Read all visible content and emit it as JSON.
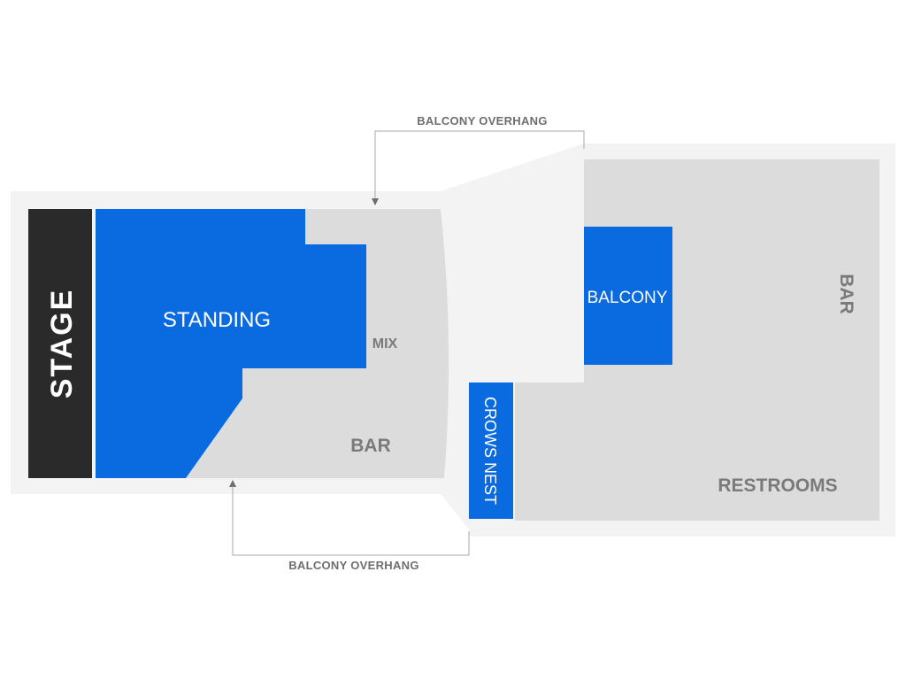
{
  "map": {
    "stage": "STAGE",
    "sections": {
      "standing": "STANDING",
      "balcony": "BALCONY",
      "crows_nest": "CROWS NEST"
    },
    "areas": {
      "mix": "MIX",
      "bar_lower": "BAR",
      "bar_upper": "BAR",
      "restrooms": "RESTROOMS"
    },
    "notes": {
      "overhang_top": "BALCONY OVERHANG",
      "overhang_bottom": "BALCONY OVERHANG"
    },
    "colors": {
      "section": "#0a6ae0",
      "stage": "#2a2a2a",
      "area": "#dcdcdc",
      "outline": "#f3f3f3",
      "label_gray": "#7a7a7a"
    }
  }
}
